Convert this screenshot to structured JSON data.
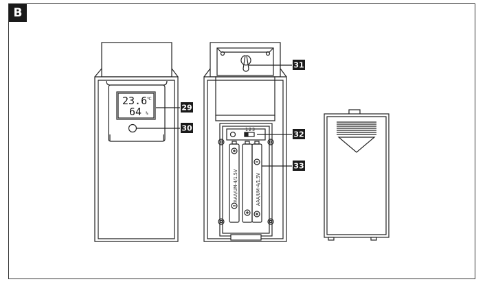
{
  "figure_label": "B",
  "display": {
    "temperature": "23.6",
    "temp_unit": "℃",
    "humidity": "64",
    "humidity_unit": "%"
  },
  "callouts": [
    "29",
    "30",
    "31",
    "32",
    "33"
  ],
  "switch_labels": [
    "1",
    "2",
    "3"
  ],
  "battery_label": "AAA/UM-4/1.5V"
}
